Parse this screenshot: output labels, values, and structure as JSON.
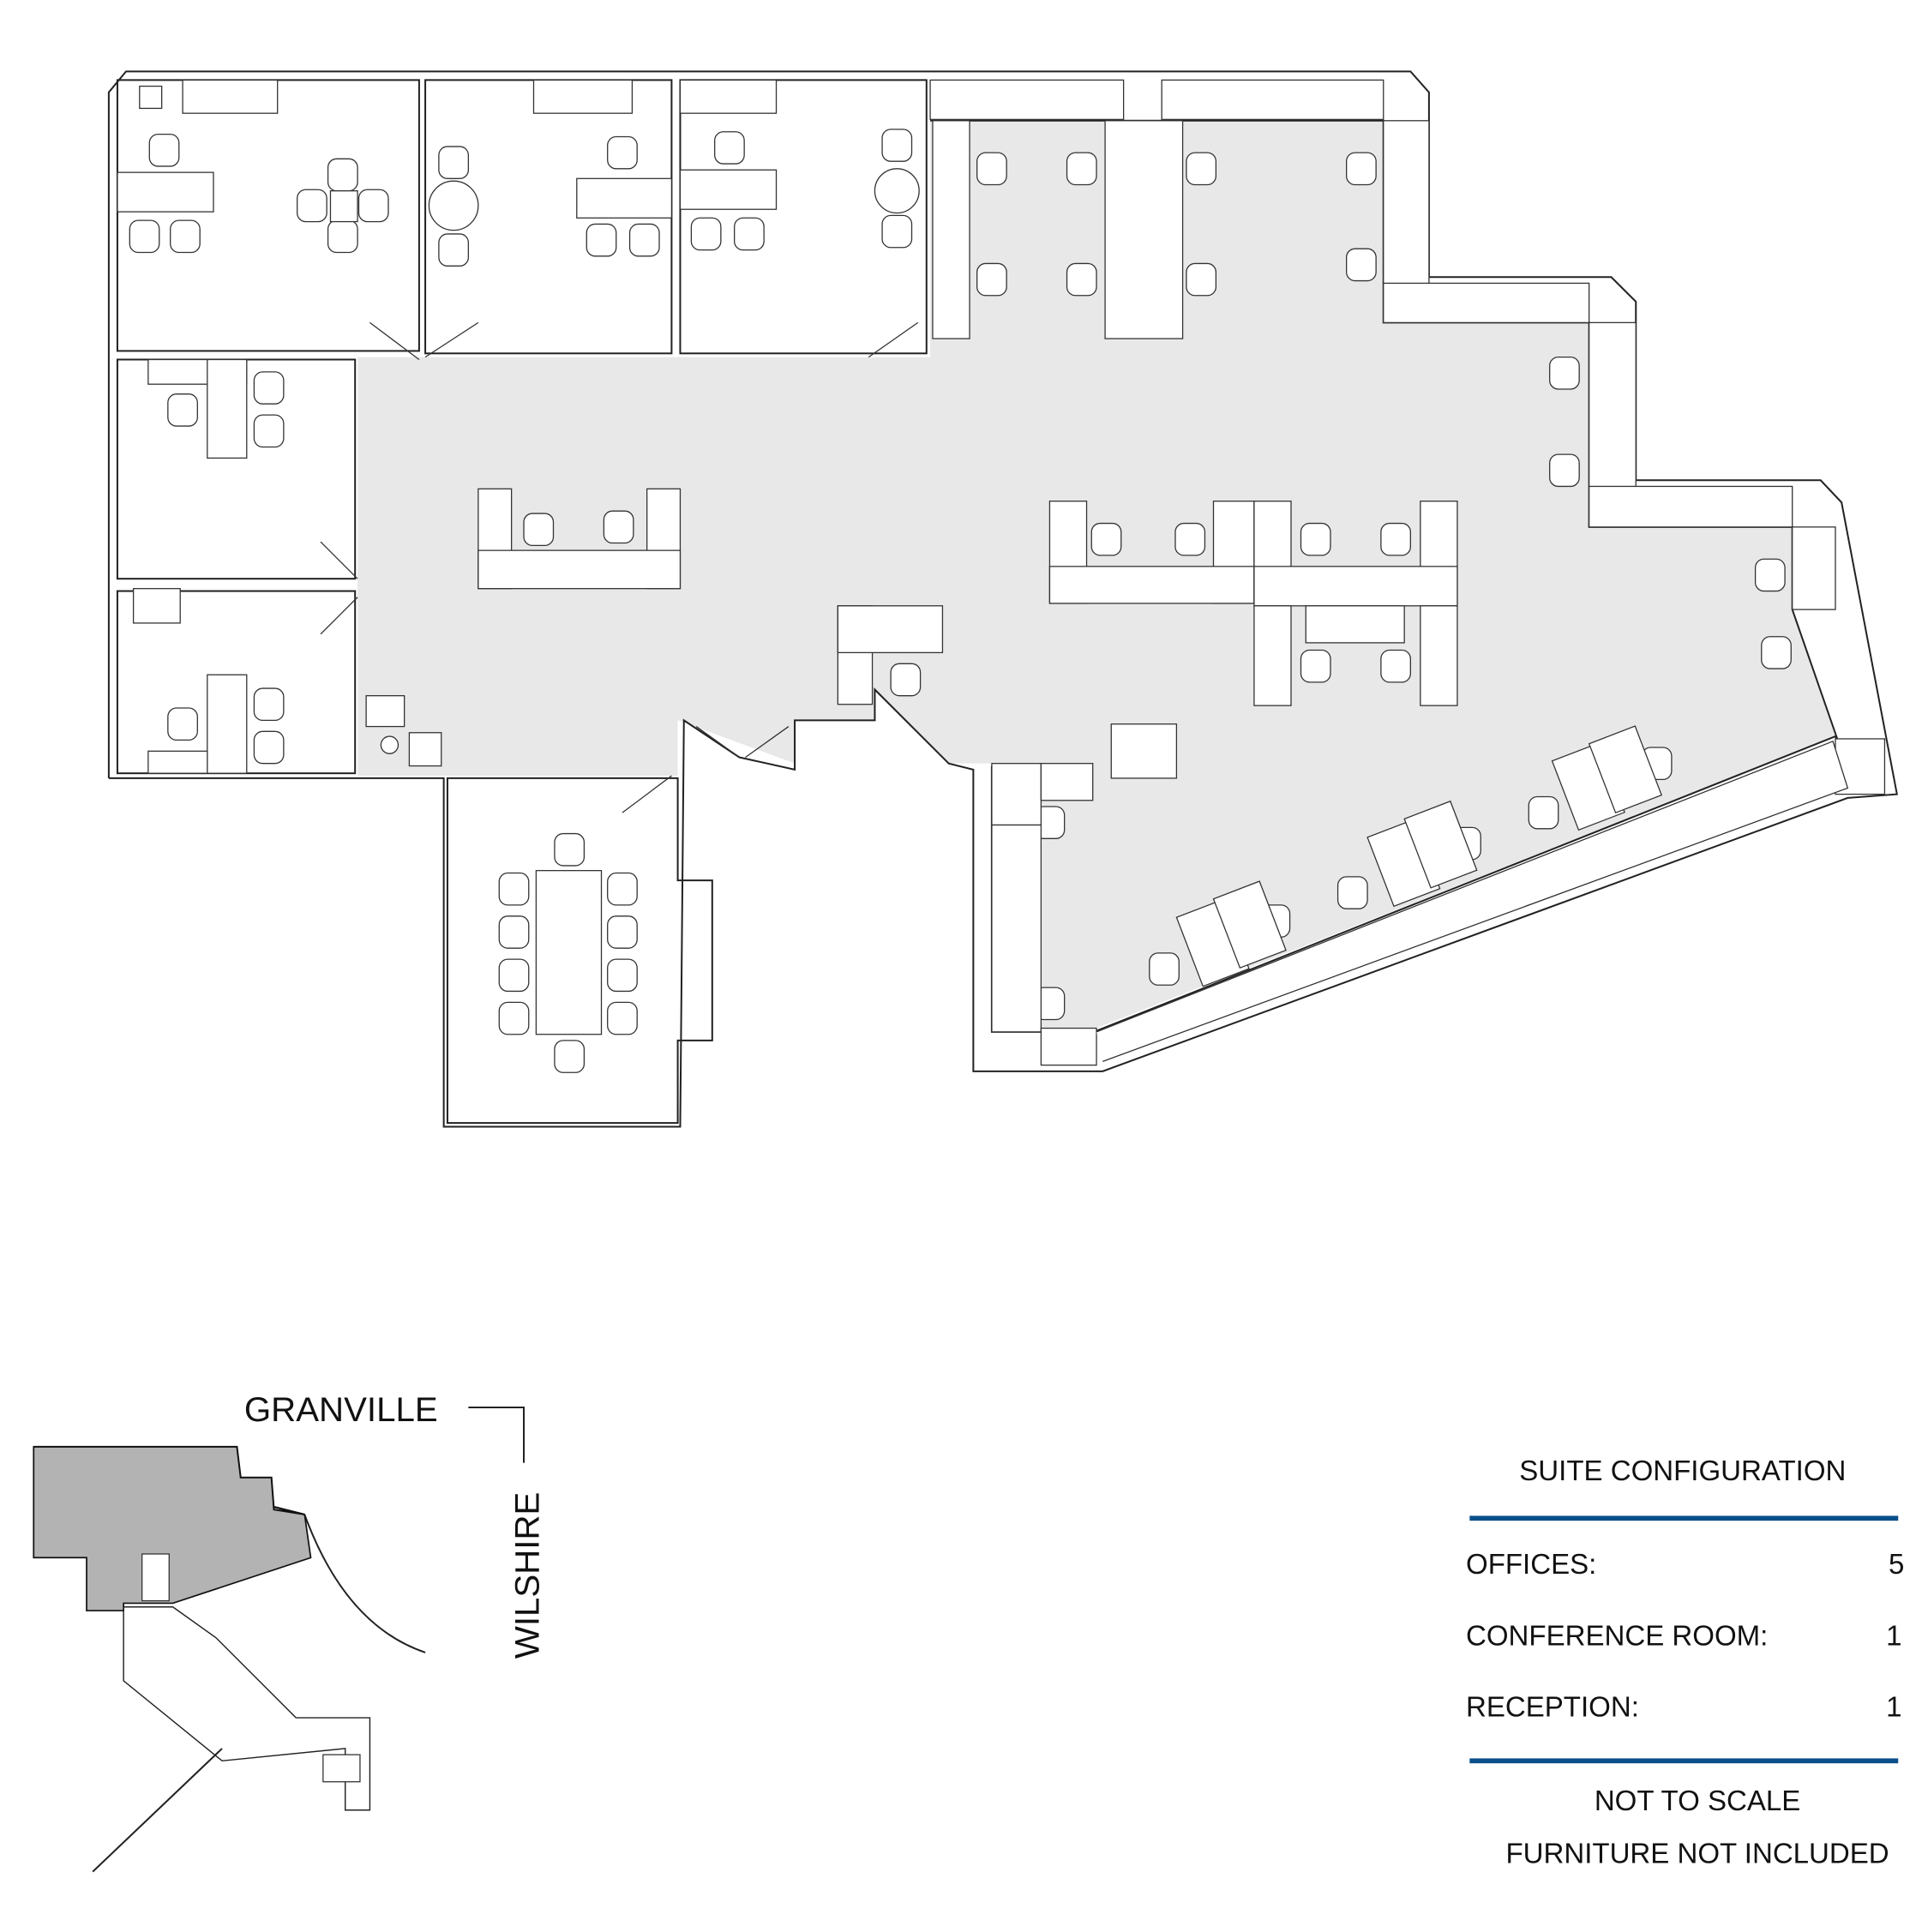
{
  "colors": {
    "office_fill": "#dbe5f0",
    "open_area_fill": "#e8e8e8",
    "suite_highlight": "#b3b3b3",
    "rule_blue": "#0b4f8a"
  },
  "key_plan": {
    "street_north": "GRANVILLE",
    "street_east": "WILSHIRE"
  },
  "suite_configuration": {
    "title": "SUITE CONFIGURATION",
    "rows": [
      {
        "label": "OFFICES:",
        "value": "5"
      },
      {
        "label": "CONFERENCE ROOM:",
        "value": "1"
      },
      {
        "label": "RECEPTION:",
        "value": "1"
      }
    ],
    "notes": [
      "NOT TO SCALE",
      "FURNITURE NOT INCLUDED"
    ]
  }
}
